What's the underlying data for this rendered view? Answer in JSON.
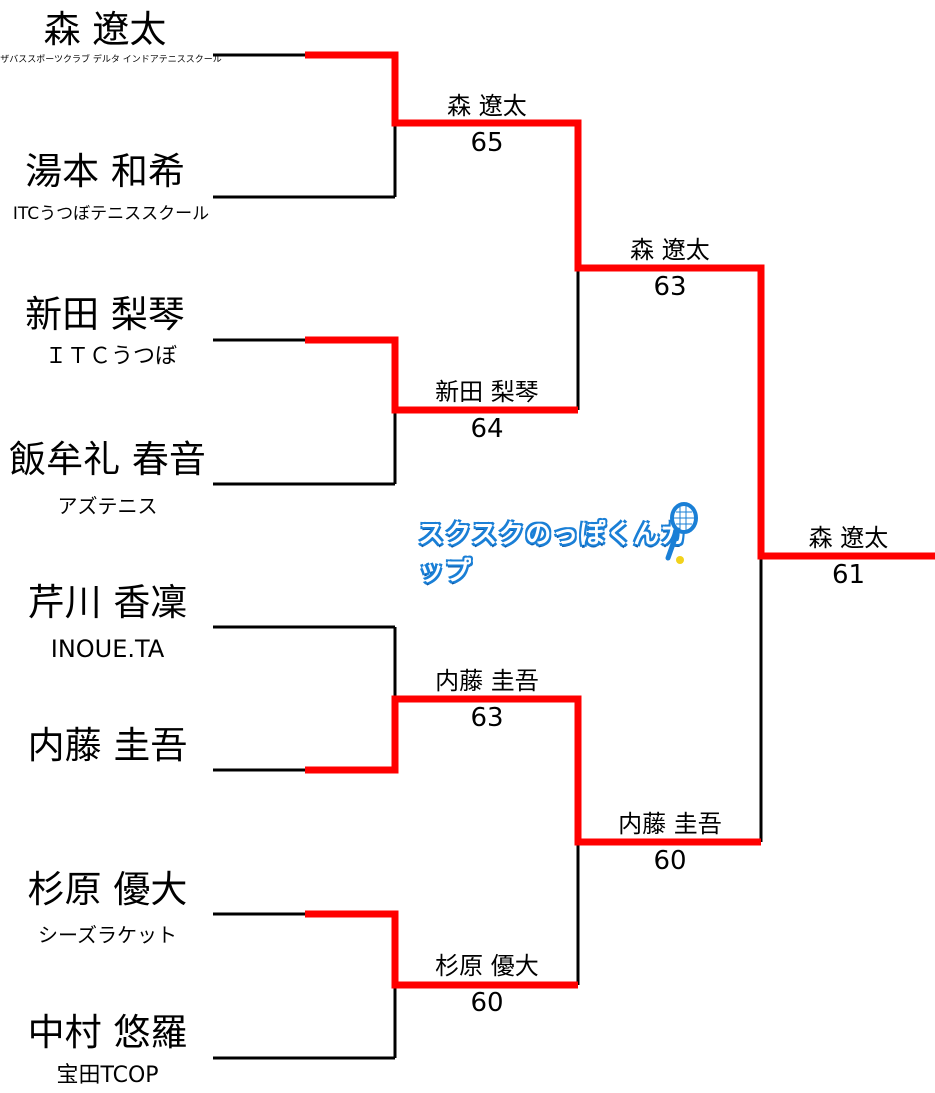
{
  "players": [
    {
      "name": "森 遼太",
      "club": "ザバススポーツクラブ デルタ インドアテニススクール"
    },
    {
      "name": "湯本 和希",
      "club": "ITCうつぼテニススクール"
    },
    {
      "name": "新田 梨琴",
      "club": "ＩＴＣうつぼ"
    },
    {
      "name": "飯牟礼 春音",
      "club": "アズテニス"
    },
    {
      "name": "芹川 香凜",
      "club": "INOUE.TA"
    },
    {
      "name": "内藤 圭吾",
      "club": ""
    },
    {
      "name": "杉原 優大",
      "club": "シーズラケット"
    },
    {
      "name": "中村 悠羅",
      "club": "宝田TCOP"
    }
  ],
  "round1": [
    {
      "winner": "森 遼太",
      "score": "65"
    },
    {
      "winner": "新田 梨琴",
      "score": "64"
    },
    {
      "winner": "内藤 圭吾",
      "score": "63"
    },
    {
      "winner": "杉原 優大",
      "score": "60"
    }
  ],
  "semis": [
    {
      "winner": "森 遼太",
      "score": "63"
    },
    {
      "winner": "内藤 圭吾",
      "score": "60"
    }
  ],
  "final": {
    "winner": "森 遼太",
    "score": "61"
  },
  "logo": {
    "text": "スクスクのっぽくんカップ"
  },
  "colors": {
    "winner_path": "#ff0000",
    "bracket_line": "#000000",
    "logo_blue": "#1a7fd6"
  }
}
